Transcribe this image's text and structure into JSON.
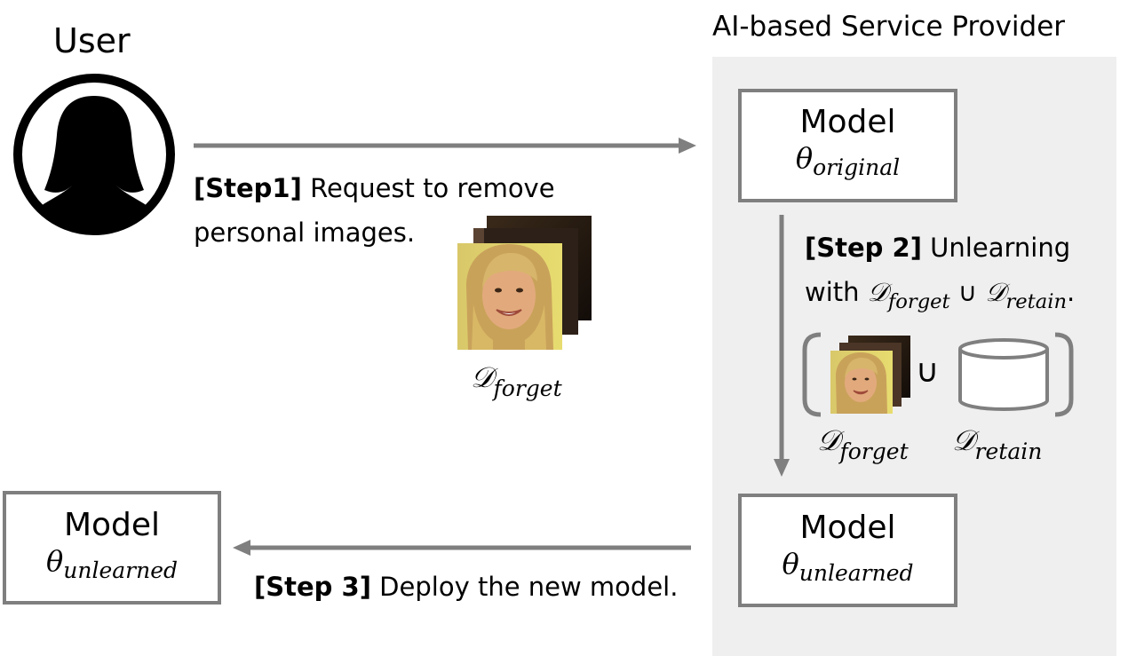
{
  "provider": {
    "title": "AI-based Service Provider"
  },
  "user": {
    "label": "User"
  },
  "model_original": {
    "title": "Model",
    "param_symbol": "θ",
    "param_sub": "original"
  },
  "model_unlearned_provider": {
    "title": "Model",
    "param_symbol": "θ",
    "param_sub": "unlearned"
  },
  "model_unlearned_deployed": {
    "title": "Model",
    "param_symbol": "θ",
    "param_sub": "unlearned"
  },
  "step1": {
    "tag": "[Step1]",
    "line1": " Request to remove",
    "line2": "personal images."
  },
  "step2": {
    "tag": "[Step 2]",
    "line1": " Unlearning",
    "line2_prefix": "with ",
    "forget_symbol": "𝒟",
    "forget_sub": "forget",
    "union": " ∪ ",
    "retain_symbol": "𝒟",
    "retain_sub": "retain",
    "line2_suffix": "."
  },
  "step3": {
    "tag": "[Step 3]",
    "text": " Deploy the new model."
  },
  "user_forget_label": {
    "symbol": "𝒟",
    "sub": "forget"
  },
  "set_forget_label": {
    "symbol": "𝒟",
    "sub": "forget"
  },
  "set_retain_label": {
    "symbol": "𝒟",
    "sub": "retain"
  },
  "set_union": "∪",
  "colors": {
    "arrow": "#7f7f7f",
    "panel": "#efefef",
    "box_border": "#7f7f7f"
  },
  "icons": {
    "user": "user-silhouette-icon",
    "face_images": "face-image-stack-icon",
    "database": "database-cylinder-icon"
  }
}
